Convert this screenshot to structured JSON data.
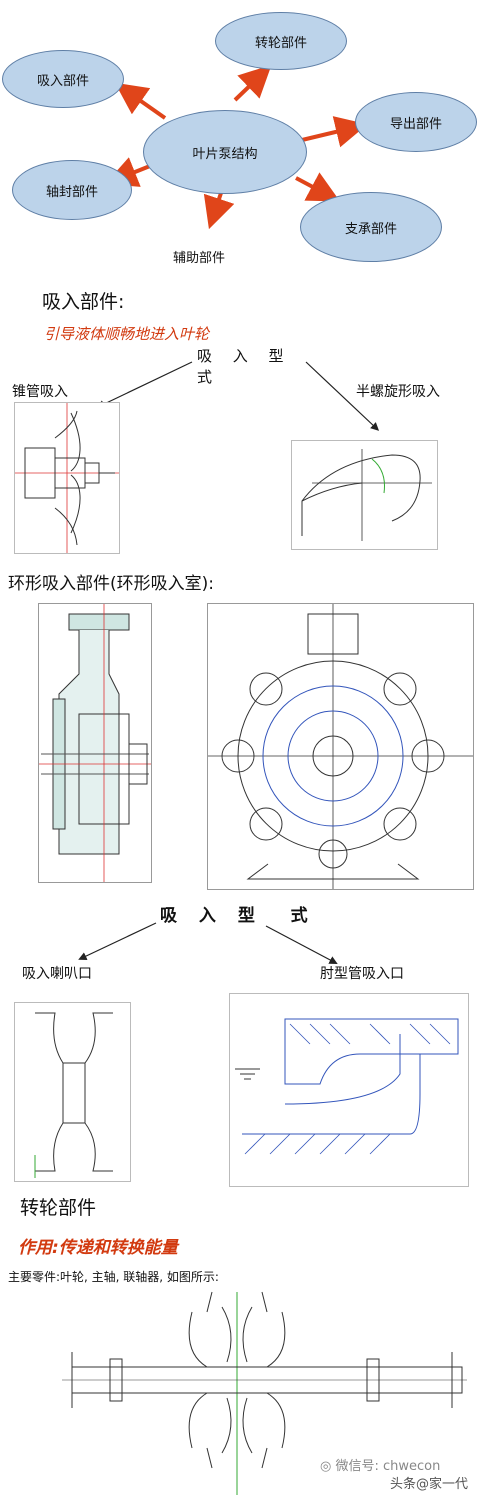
{
  "mindmap": {
    "center": "叶片泵结构",
    "nodes": {
      "suction": "吸入部件",
      "rotor": "转轮部件",
      "discharge": "导出部件",
      "shaft_seal": "轴封部件",
      "support": "支承部件",
      "auxiliary": "辅助部件"
    },
    "arrow_color": "#e0451a",
    "node_fill": "#bcd3ea"
  },
  "suction_section": {
    "title": "吸入部件:",
    "subtitle": "引导液体顺畅地进入叶轮",
    "type_label_1": "吸 入 型",
    "type_label_2": "式",
    "left_type": "锥管吸入",
    "right_type": "半螺旋形吸入"
  },
  "annular_section": {
    "title": "环形吸入部件(环形吸入室):"
  },
  "suction_types_2": {
    "heading": "吸 入 型  式",
    "left_type": "吸入喇叭口",
    "right_type": "肘型管吸入口"
  },
  "rotor_section": {
    "title": "转轮部件",
    "subtitle": "作用:传递和转换能量",
    "parts_line": "主要零件:叶轮, 主轴, 联轴器, 如图所示:"
  },
  "watermark": {
    "text1": "微信号:",
    "text2": "头条@家一代",
    "text3": "chwecon"
  }
}
